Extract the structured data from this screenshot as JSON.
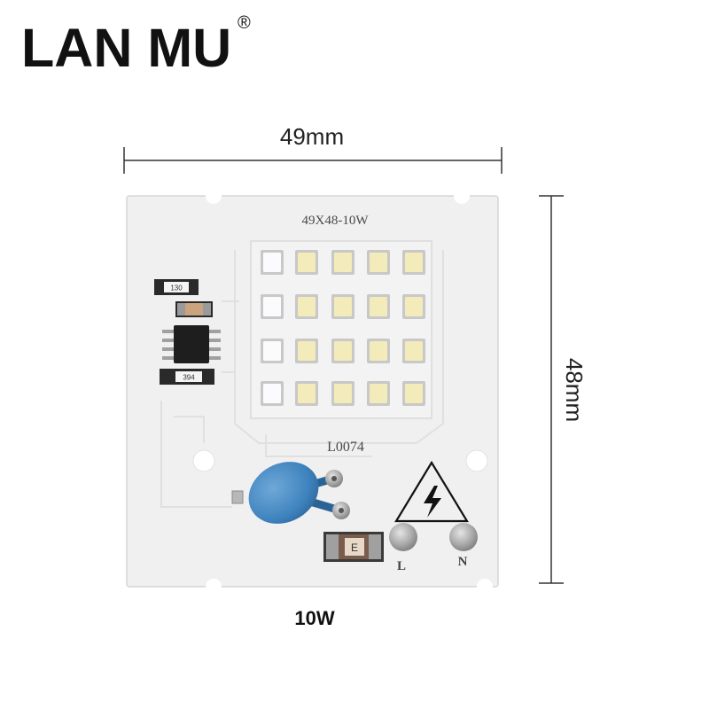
{
  "brand": {
    "name": "LAN MU",
    "registered_mark": "®"
  },
  "dimensions": {
    "width": "49mm",
    "height": "48mm"
  },
  "board": {
    "model_label": "49X48-10W",
    "code_label": "L0074",
    "resistor_top_code": "130",
    "resistor_bottom_code": "394",
    "component_marking": "E",
    "terminals": {
      "live": "L",
      "neutral": "N"
    }
  },
  "power_label": "10W",
  "colors": {
    "board": "#f0f0f0",
    "board_edge": "#d6d6d6",
    "led_lit": "#fbfbfd",
    "led": "#f3ebb9",
    "led_frame": "#c8c8c8",
    "varistor": "#3d82bd",
    "ic": "#1e1e1e",
    "capacitor": "#c9a47e",
    "pad": "#a9a9a9"
  }
}
